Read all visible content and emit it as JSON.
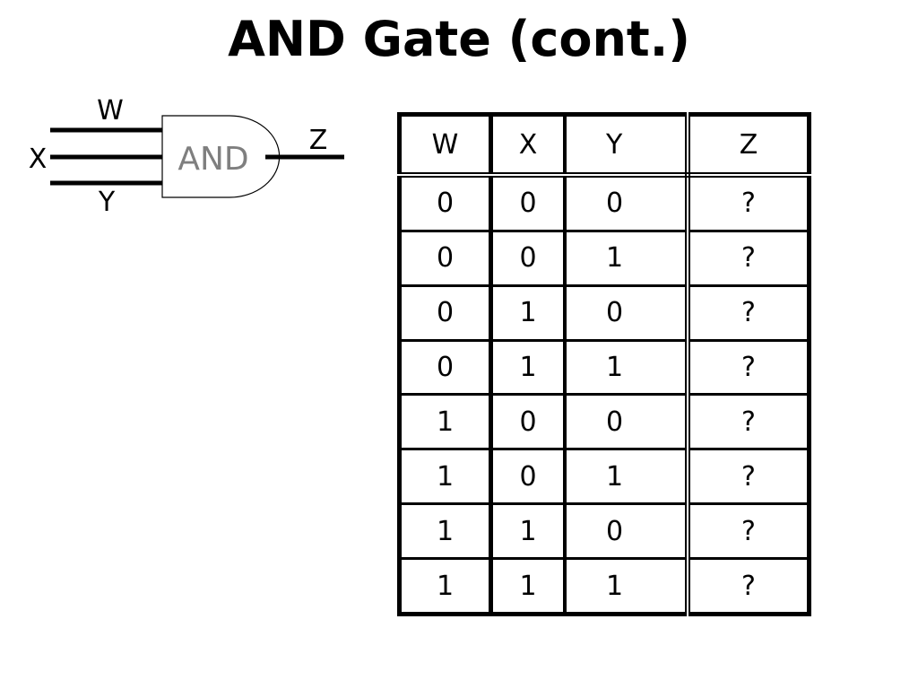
{
  "slide": {
    "title": "AND Gate (cont.)"
  },
  "gate": {
    "label": "AND",
    "inputs": [
      "W",
      "X",
      "Y"
    ],
    "output": "Z",
    "label_color": "#7f7f7f"
  },
  "truth_table": {
    "headers": [
      "W",
      "X",
      "Y",
      "Z"
    ],
    "rows": [
      [
        "0",
        "0",
        "0",
        "?"
      ],
      [
        "0",
        "0",
        "1",
        "?"
      ],
      [
        "0",
        "1",
        "0",
        "?"
      ],
      [
        "0",
        "1",
        "1",
        "?"
      ],
      [
        "1",
        "0",
        "0",
        "?"
      ],
      [
        "1",
        "0",
        "1",
        "?"
      ],
      [
        "1",
        "1",
        "0",
        "?"
      ],
      [
        "1",
        "1",
        "1",
        "?"
      ]
    ],
    "unknown_color": "#b8b8f2"
  }
}
